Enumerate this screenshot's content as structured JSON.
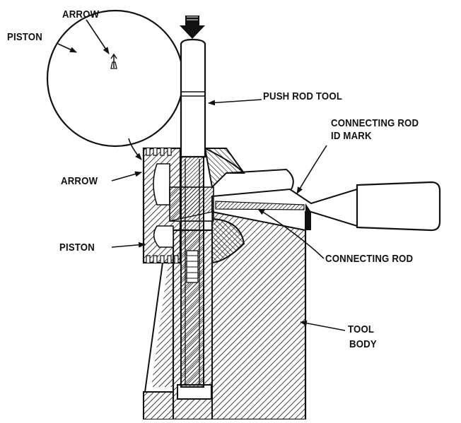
{
  "labels": {
    "arrow_top": "ARROW",
    "piston_top": "PISTON",
    "push_rod_tool": "PUSH ROD TOOL",
    "connecting_rod_id_line1": "CONNECTING ROD",
    "connecting_rod_id_line2": "ID MARK",
    "arrow_side": "ARROW",
    "piston_side": "PISTON",
    "connecting_rod": "CONNECTING ROD",
    "tool_body_line1": "TOOL",
    "tool_body_line2": "BODY"
  },
  "colors": {
    "ink": "#111111",
    "paper": "#ffffff"
  }
}
